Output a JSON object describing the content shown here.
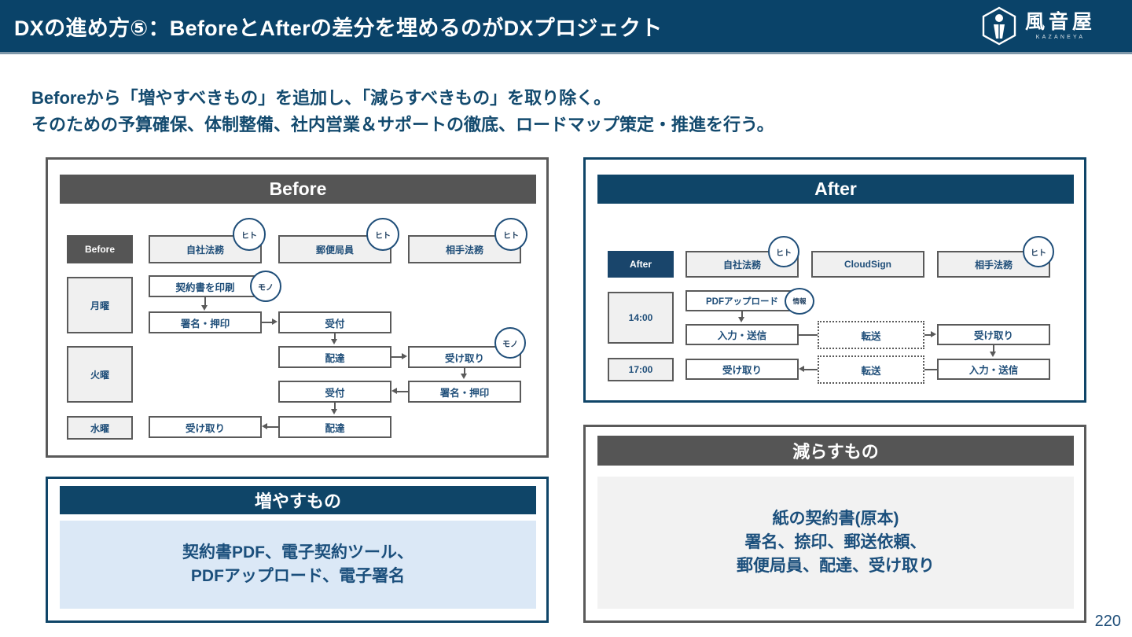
{
  "header": {
    "title": "DXの進め方⑤：BeforeとAfterの差分を埋めるのがDXプロジェクト",
    "logo": {
      "kanji": "風音屋",
      "roman": "KAZANEYA",
      "icon": "kazaneya-hexagon-logo"
    },
    "bar_color": "#0a4369"
  },
  "lead": {
    "line1": "Beforeから「増やすべきもの」を追加し、「減らすべきもの」を取り除く。",
    "line2": "そのための予算確保、体制整備、社内営業＆サポートの徹底、ロードマップ策定・推進を行う。",
    "color": "#134a6e"
  },
  "before_panel": {
    "header": "Before",
    "header_color": "#555555",
    "border_color": "#5a5a5a",
    "corner_tag": "Before",
    "columns": [
      "自社法務",
      "郵便局員",
      "相手法務"
    ],
    "column_bubbles": [
      "ヒト",
      "ヒト",
      "ヒト"
    ],
    "lanes": [
      "月曜",
      "火曜",
      "水曜"
    ],
    "nodes": [
      {
        "label": "契約書を印刷",
        "col": 0,
        "row": 0
      },
      {
        "label": "署名・押印",
        "col": 0,
        "row": 1
      },
      {
        "label": "受付",
        "col": 1,
        "row": 1
      },
      {
        "label": "配達",
        "col": 1,
        "row": 2
      },
      {
        "label": "受け取り",
        "col": 2,
        "row": 2
      },
      {
        "label": "署名・押印",
        "col": 2,
        "row": 3
      },
      {
        "label": "受付",
        "col": 1,
        "row": 3
      },
      {
        "label": "配達",
        "col": 1,
        "row": 4
      },
      {
        "label": "受け取り",
        "col": 0,
        "row": 4
      }
    ],
    "bubbles": [
      {
        "label": "モノ",
        "near": "契約書を印刷"
      },
      {
        "label": "モノ",
        "near": "受け取り"
      }
    ]
  },
  "after_panel": {
    "header": "After",
    "header_color": "#0f4568",
    "border_color": "#0f4568",
    "corner_tag": "After",
    "columns": [
      "自社法務",
      "CloudSign",
      "相手法務"
    ],
    "column_bubbles": [
      "ヒト",
      "",
      "ヒト"
    ],
    "lanes": [
      "14:00",
      "17:00"
    ],
    "nodes": [
      {
        "label": "PDFアップロード",
        "col": 0,
        "row": 0
      },
      {
        "label": "入力・送信",
        "col": 0,
        "row": 1
      },
      {
        "label": "転送",
        "col": 1,
        "row": 1,
        "style": "dotted"
      },
      {
        "label": "受け取り",
        "col": 2,
        "row": 1
      },
      {
        "label": "入力・送信",
        "col": 2,
        "row": 2
      },
      {
        "label": "転送",
        "col": 1,
        "row": 2,
        "style": "dotted"
      },
      {
        "label": "受け取り",
        "col": 0,
        "row": 2
      }
    ],
    "bubbles": [
      {
        "label": "情報",
        "near": "PDFアップロード"
      }
    ]
  },
  "increase_box": {
    "header": "増やすもの",
    "header_color": "#0f4568",
    "body_color": "#dbe8f6",
    "lines": [
      "契約書PDF、電子契約ツール、",
      "PDFアップロード、電子署名"
    ]
  },
  "decrease_box": {
    "header": "減らすもの",
    "header_color": "#555555",
    "body_color": "#f2f2f2",
    "lines": [
      "紙の契約書(原本)",
      "署名、捺印、郵送依頼、",
      "郵便局員、配達、受け取り"
    ]
  },
  "page_number": "220"
}
